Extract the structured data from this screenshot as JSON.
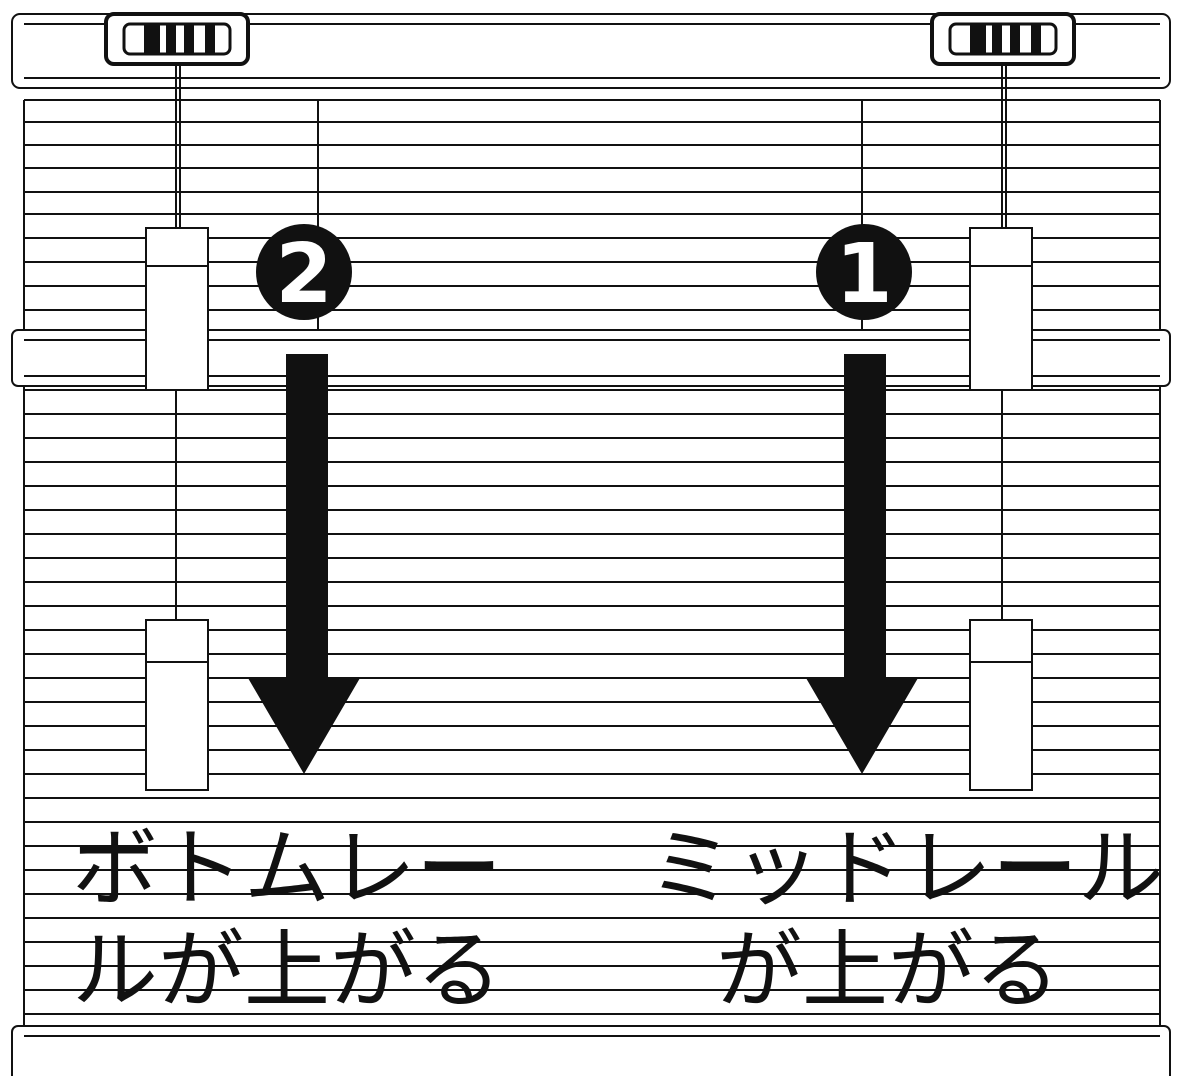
{
  "badges": {
    "first": "1",
    "second": "2"
  },
  "labels": {
    "left": {
      "line1": "ボトムレー",
      "line2": "ルが上がる"
    },
    "right": {
      "line1": "ミッドレール",
      "line2": "が上がる"
    }
  },
  "icons": {
    "down_arrow": "arrow-down-icon"
  },
  "colors": {
    "ink": "#111111",
    "paper": "#ffffff"
  }
}
